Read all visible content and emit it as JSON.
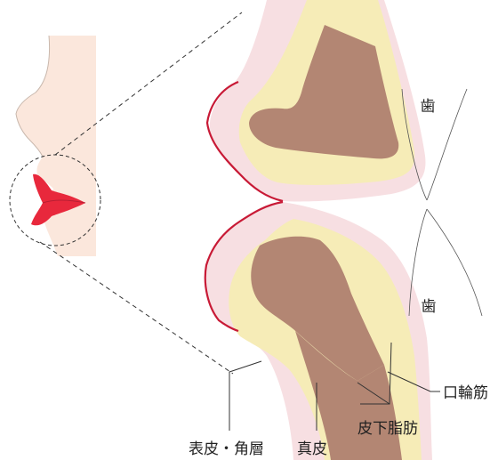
{
  "labels": {
    "teeth_upper": "歯",
    "teeth_lower": "歯",
    "orbicularis": "口輪筋",
    "subcutaneous_fat": "皮下脂肪",
    "epidermis": "表皮・角層",
    "dermis": "真皮"
  },
  "colors": {
    "face_skin": "#fbe7dc",
    "lip_red": "#e8283c",
    "lip_outline": "#c81a36",
    "tissue_pink": "#f7dfe2",
    "fat_yellow": "#f6ecb7",
    "muscle_brown": "#b38673",
    "line": "#333333"
  }
}
